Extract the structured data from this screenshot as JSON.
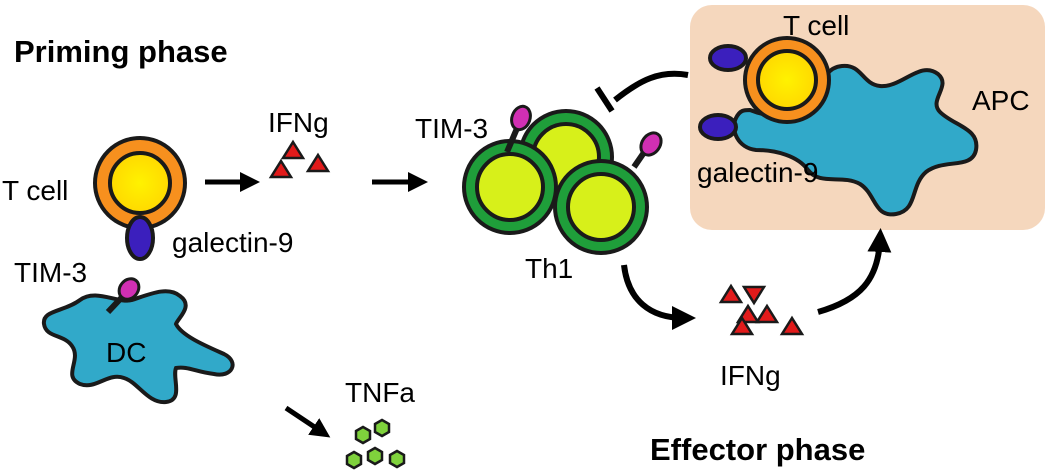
{
  "priming": {
    "title": "Priming phase",
    "t_cell": "T cell",
    "galectin": "galectin-9",
    "tim3": "TIM-3",
    "dc": "DC",
    "ifng": "IFNg",
    "tnfa": "TNFa"
  },
  "th1_group": {
    "tim3": "TIM-3",
    "th1": "Th1"
  },
  "effector": {
    "title": "Effector phase",
    "ifng": "IFNg",
    "t_cell": "T cell",
    "apc": "APC",
    "galectin": "galectin-9"
  },
  "colors": {
    "tcell_outer": "#f7901e",
    "tcell_inner": "#fff200",
    "galectin": "#3b1fbd",
    "tim3_head": "#d12fb3",
    "dc_apc": "#31a9c9",
    "th1_outer": "#1f9e3a",
    "th1_inner": "#d7f01a",
    "ifng": "#e21b1b",
    "tnfa": "#7fd23c",
    "effector_box": "#f5d7bd"
  }
}
